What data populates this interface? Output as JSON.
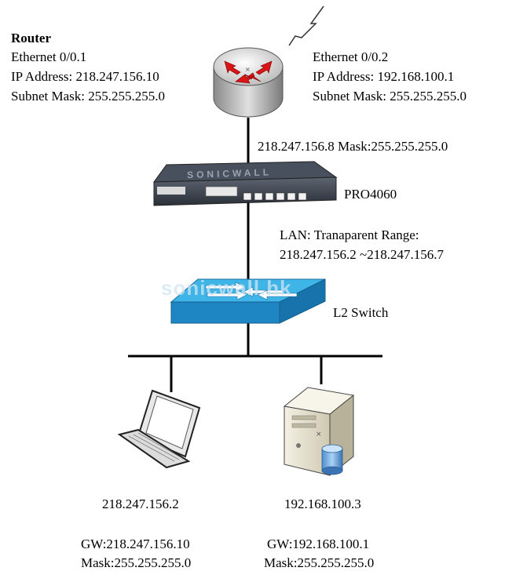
{
  "router": {
    "title": "Router",
    "left_iface": "Ethernet 0/0.1",
    "left_ip": "IP Address: 218.247.156.10",
    "left_mask": "Subnet Mask: 255.255.255.0",
    "right_iface": "Ethernet 0/0.2",
    "right_ip": "IP Address: 192.168.100.1",
    "right_mask": "Subnet Mask: 255.255.255.0",
    "wan_label": "218.247.156.8 Mask:255.255.255.0"
  },
  "firewall": {
    "model": "PRO4060",
    "brand": "SONICWALL",
    "lan_line1": "LAN: Tranaparent Range:",
    "lan_line2": "218.247.156.2 ~218.247.156.7"
  },
  "switch": {
    "label": "L2 Switch",
    "watermark": "sonicwall.hk"
  },
  "laptop": {
    "ip": "218.247.156.2",
    "gw": "GW:218.247.156.10",
    "mask": "Mask:255.255.255.0"
  },
  "server": {
    "ip": "192.168.100.3",
    "gw": "GW:192.168.100.1",
    "mask": "Mask:255.255.255.0"
  },
  "colors": {
    "router_arrows": "#d81414",
    "switch_top": "#3fb4e6",
    "switch_side": "#1e86c2",
    "line": "#000000"
  }
}
